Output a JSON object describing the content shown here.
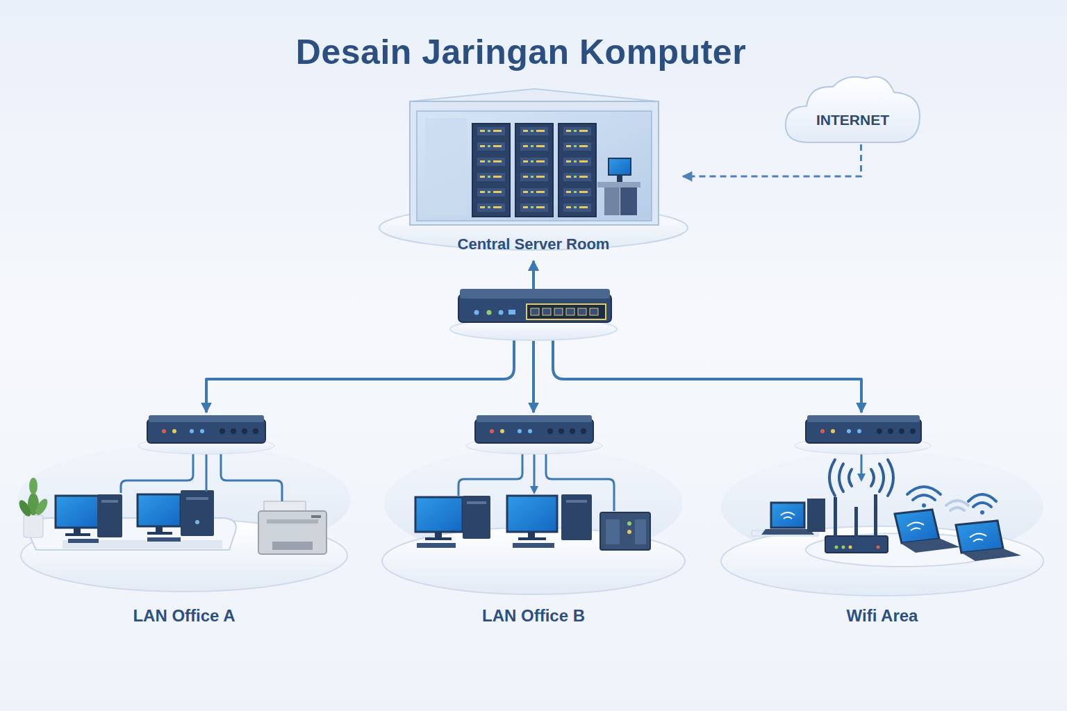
{
  "diagram": {
    "title": "Desain Jaringan Komputer",
    "nodes": [
      {
        "text": [
          "Central Server Room"
        ]
      },
      {
        "text": [
          "INTERNET"
        ]
      },
      {
        "text": [
          "LAN Office A"
        ]
      },
      {
        "text": [
          "LAN Office B"
        ]
      },
      {
        "text": [
          "Wifi Area"
        ]
      }
    ],
    "edges": [
      {
        "from": 1,
        "to": 0,
        "arrow": "to"
      },
      {
        "from": 0,
        "to": 2,
        "arrow": "both"
      },
      {
        "from": 0,
        "to": 3,
        "arrow": "both"
      },
      {
        "from": 0,
        "to": 4,
        "arrow": "both"
      }
    ]
  }
}
